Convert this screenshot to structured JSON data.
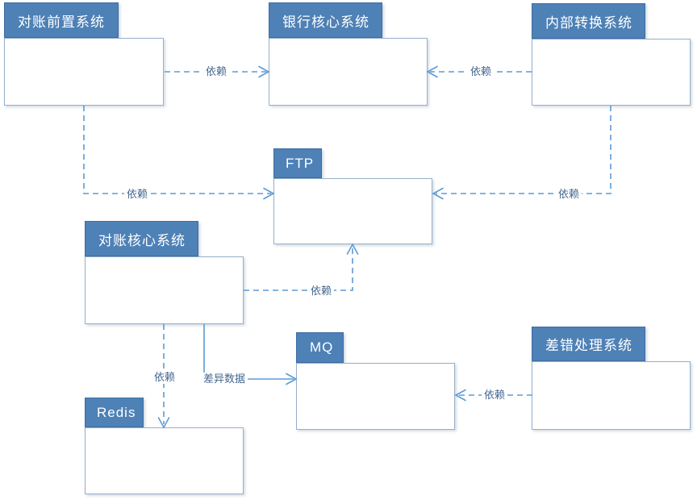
{
  "diagram": {
    "type": "uml-package-dependency-diagram",
    "nodes": {
      "front": {
        "label": "对账前置系统"
      },
      "bank": {
        "label": "银行核心系统"
      },
      "internal": {
        "label": "内部转换系统"
      },
      "ftp": {
        "label": "FTP"
      },
      "core": {
        "label": "对账核心系统"
      },
      "mq": {
        "label": "MQ"
      },
      "error": {
        "label": "差错处理系统"
      },
      "redis": {
        "label": "Redis"
      }
    },
    "edges": [
      {
        "from": "对账前置系统",
        "to": "银行核心系统",
        "label": "依赖",
        "line": "dashed"
      },
      {
        "from": "内部转换系统",
        "to": "银行核心系统",
        "label": "依赖",
        "line": "dashed"
      },
      {
        "from": "对账前置系统",
        "to": "FTP",
        "label": "依赖",
        "line": "dashed"
      },
      {
        "from": "内部转换系统",
        "to": "FTP",
        "label": "依赖",
        "line": "dashed"
      },
      {
        "from": "对账核心系统",
        "to": "FTP",
        "label": "依赖",
        "line": "dashed"
      },
      {
        "from": "对账核心系统",
        "to": "Redis",
        "label": "依赖",
        "line": "dashed"
      },
      {
        "from": "对账核心系统",
        "to": "MQ",
        "label": "差异数据",
        "line": "solid"
      },
      {
        "from": "差错处理系统",
        "to": "MQ",
        "label": "依赖",
        "line": "dashed"
      }
    ],
    "colors": {
      "tab_fill": "#4E81B6",
      "tab_border": "#3D6DA3",
      "tab_text": "#FFFFFF",
      "body_border": "#95AFCB",
      "connector": "#5B9BD5",
      "edge_label_text": "#44678F",
      "background": "#FFFFFF"
    }
  }
}
